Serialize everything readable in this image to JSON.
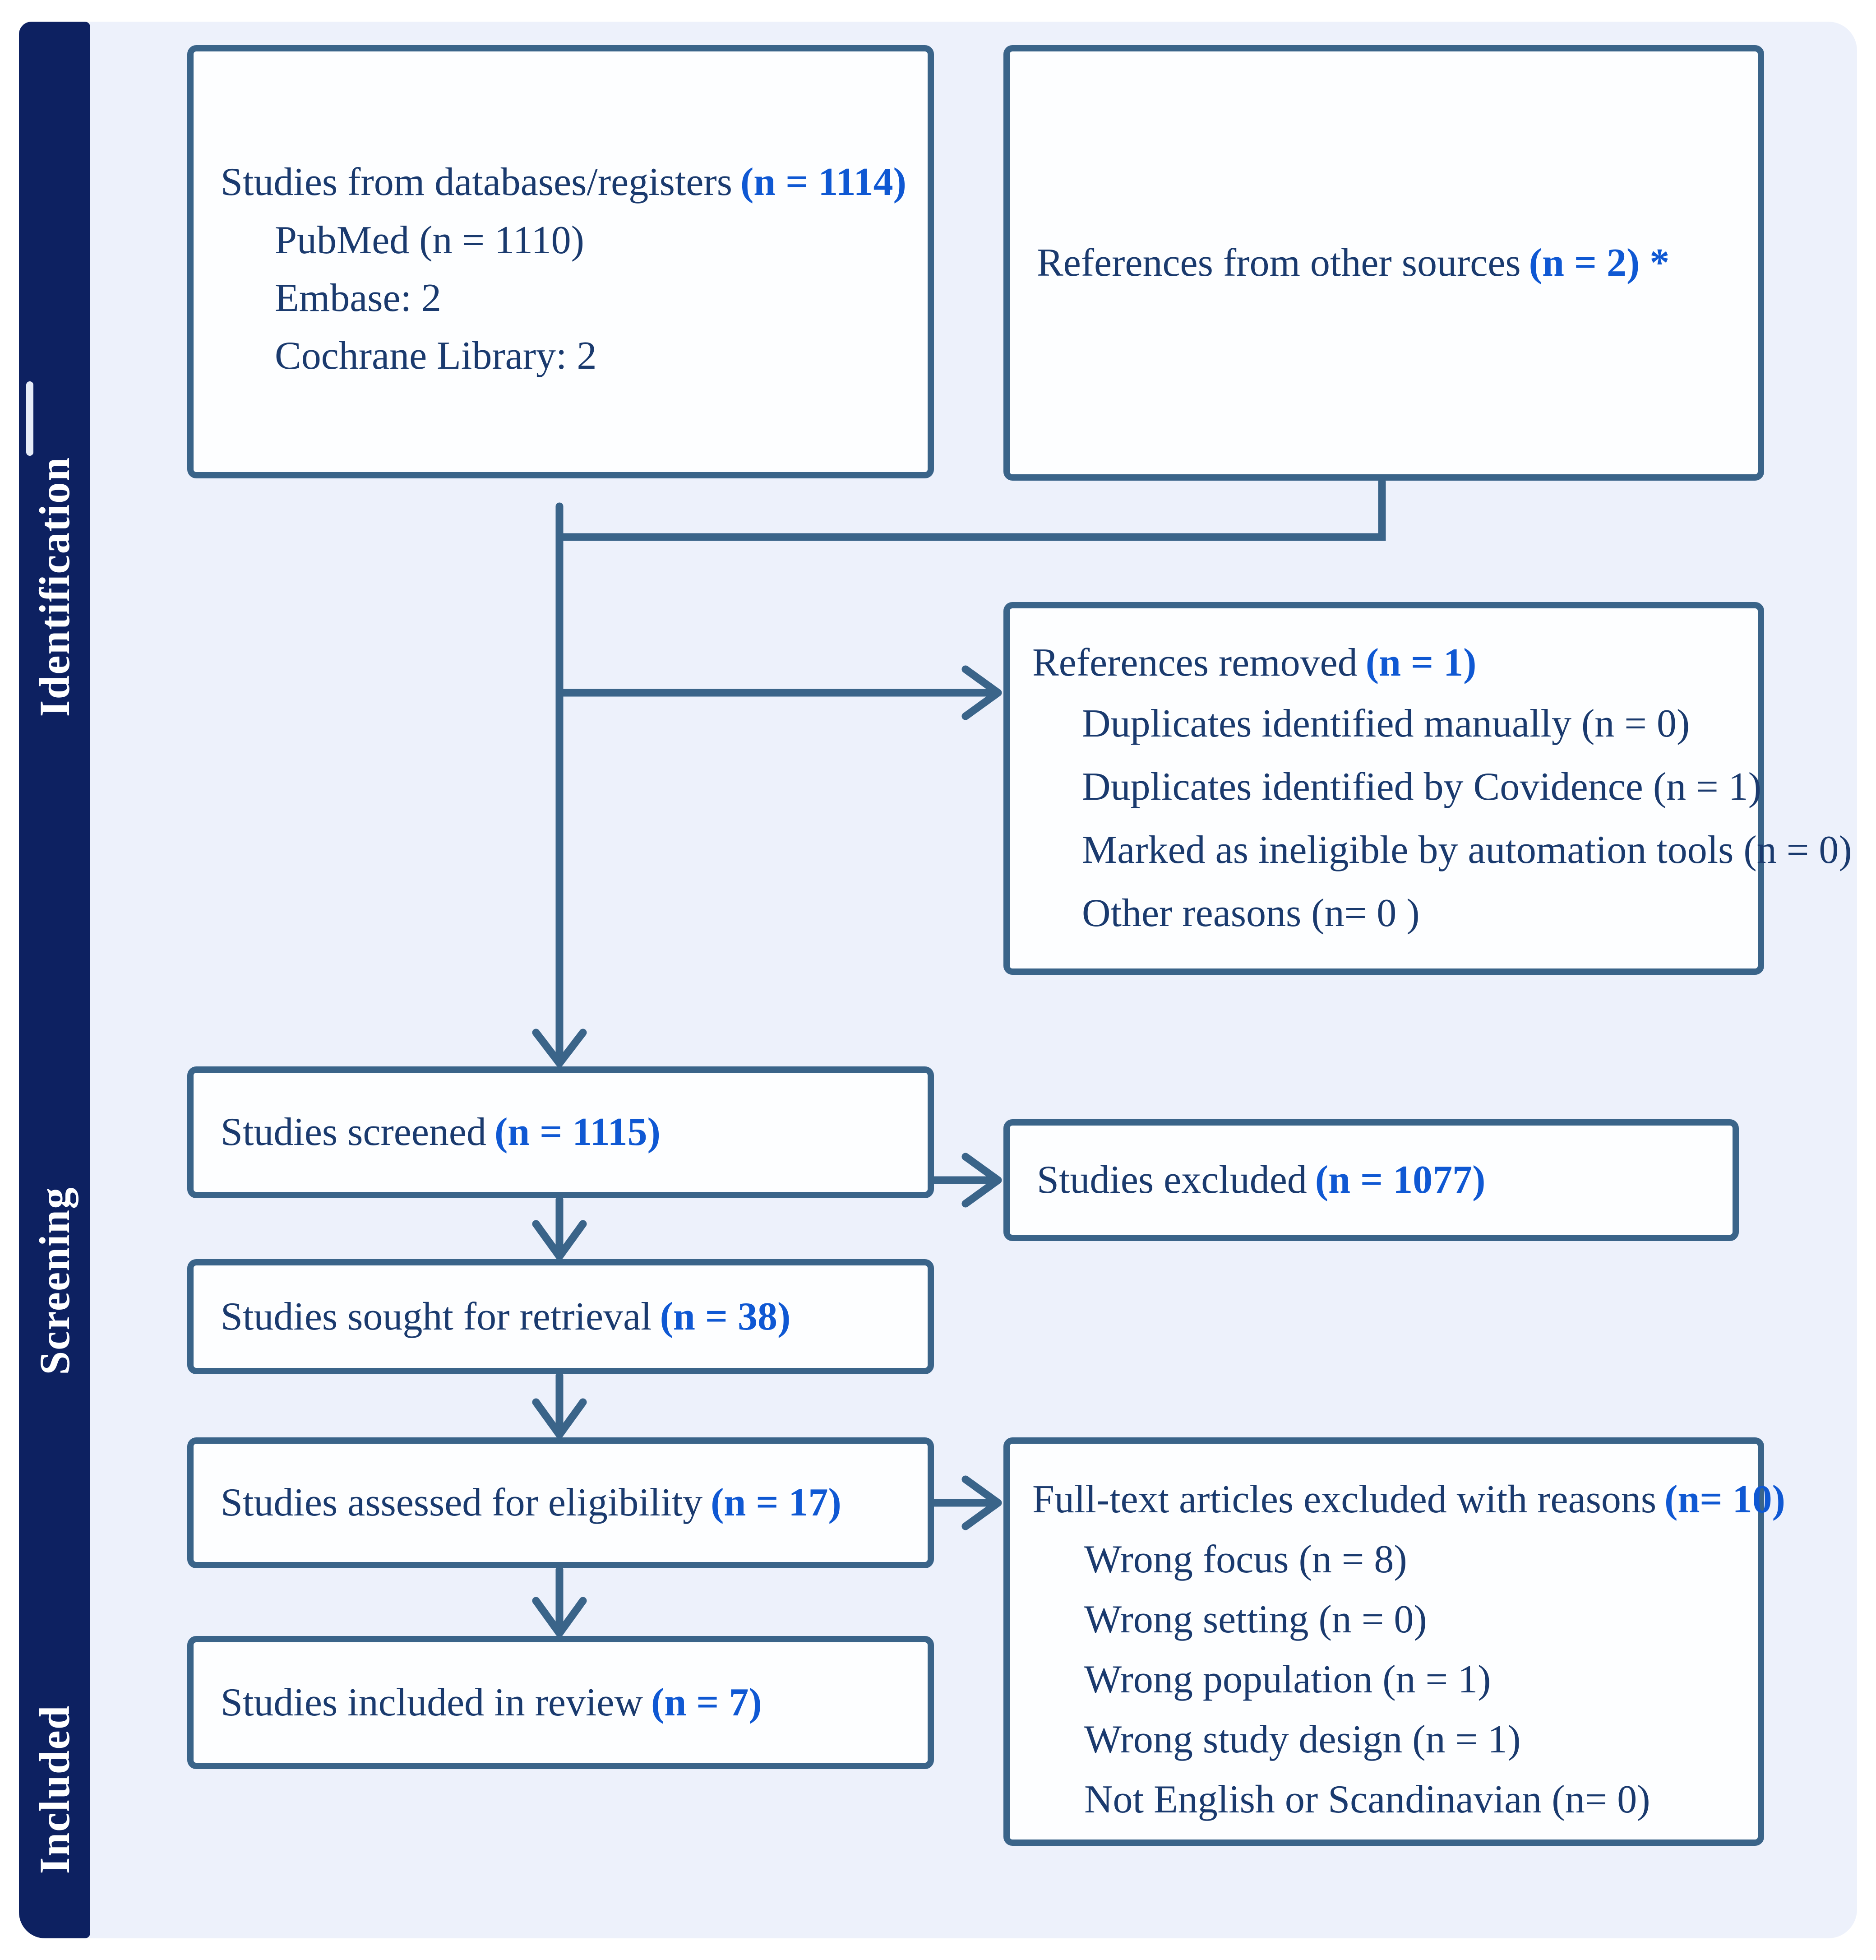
{
  "figure": {
    "kind": "PRISMA flow diagram",
    "colors": {
      "background": "#ffffff",
      "panel": "#edf1fb",
      "stage_bar": "#0d2161",
      "box_border": "#3a6489",
      "box_fill": "#fdfeff",
      "text_dark": "#1a3a6e",
      "accent_blue": "#0f58d3",
      "arrow": "#3a6489"
    }
  },
  "sidebar": {
    "stages": [
      "Identification",
      "Screening",
      "Included"
    ]
  },
  "boxes": {
    "databases": {
      "title": "Studies from databases/registers",
      "count": "(n = 1114)",
      "items": [
        "PubMed (n = 1110)",
        "Embase: 2",
        "Cochrane Library: 2"
      ]
    },
    "other_sources": {
      "title": "References from other sources",
      "count": "(n = 2) *"
    },
    "references_removed": {
      "title": "References removed",
      "count": "(n = 1)",
      "items": [
        "Duplicates identified manually (n = 0)",
        "Duplicates identified by Covidence (n = 1)",
        "Marked as ineligible by automation tools (n = 0)",
        "Other reasons (n= 0 )"
      ]
    },
    "screened": {
      "title": "Studies screened",
      "count": "(n = 1115)"
    },
    "excluded": {
      "title": "Studies excluded",
      "count": "(n = 1077)"
    },
    "sought": {
      "title": "Studies sought for retrieval",
      "count": "(n = 38)"
    },
    "assessed": {
      "title": "Studies assessed for eligibility",
      "count": "(n = 17)"
    },
    "fulltext_excluded": {
      "title": "Full-text articles excluded with reasons",
      "count": "(n= 10)",
      "items": [
        "Wrong focus (n = 8)",
        "Wrong setting (n = 0)",
        "Wrong population (n = 1)",
        "Wrong study design (n = 1)",
        "Not English or Scandinavian (n= 0)"
      ]
    },
    "included": {
      "title": "Studies included in review",
      "count": "(n = 7)"
    }
  }
}
